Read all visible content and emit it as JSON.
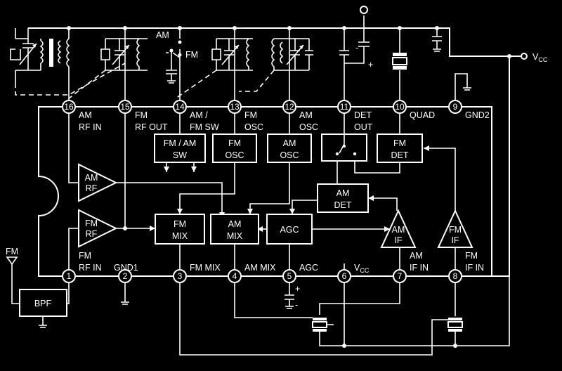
{
  "pins": [
    {
      "n": "1",
      "label": [
        "FM",
        "RF  IN"
      ]
    },
    {
      "n": "2",
      "label": [
        "GND1"
      ]
    },
    {
      "n": "3",
      "label": [
        "FM  MIX"
      ]
    },
    {
      "n": "4",
      "label": [
        "AM  MIX"
      ]
    },
    {
      "n": "5",
      "label": [
        "AGC"
      ]
    },
    {
      "n": "6",
      "label": [
        "V",
        "CC"
      ]
    },
    {
      "n": "7",
      "label": [
        "AM",
        "IF  IN"
      ]
    },
    {
      "n": "8",
      "label": [
        "FM",
        "IF  IN"
      ]
    },
    {
      "n": "9",
      "label": [
        "GND2"
      ]
    },
    {
      "n": "10",
      "label": [
        "QUAD"
      ]
    },
    {
      "n": "11",
      "label": [
        "DET",
        "OUT"
      ]
    },
    {
      "n": "12",
      "label": [
        "AM",
        "OSC"
      ]
    },
    {
      "n": "13",
      "label": [
        "FM",
        "OSC"
      ]
    },
    {
      "n": "14",
      "label": [
        "AM /",
        "FM  SW"
      ]
    },
    {
      "n": "15",
      "label": [
        "FM",
        "RF  OUT"
      ]
    },
    {
      "n": "16",
      "label": [
        "AM",
        "RF  IN"
      ]
    }
  ],
  "blocks": {
    "fm_am_sw": [
      "FM / AM",
      "SW"
    ],
    "fm_osc": [
      "FM",
      "OSC"
    ],
    "am_osc": [
      "AM",
      "OSC"
    ],
    "fm_det": [
      "FM",
      "DET"
    ],
    "am_det": [
      "AM",
      "DET"
    ],
    "fm_mix": [
      "FM",
      "MIX"
    ],
    "am_mix": [
      "AM",
      "MIX"
    ],
    "agc": "AGC",
    "am_rf": [
      "AM",
      "RF"
    ],
    "fm_rf": [
      "FM",
      "RF"
    ],
    "am_if": [
      "AM",
      "IF"
    ],
    "fm_if": [
      "FM",
      "IF"
    ],
    "bpf": "BPF"
  },
  "external": {
    "vcc": [
      "V",
      "CC"
    ],
    "antenna": "FM",
    "switch_am": "AM",
    "switch_fm": "FM",
    "plus": "+",
    "minus": "-"
  }
}
